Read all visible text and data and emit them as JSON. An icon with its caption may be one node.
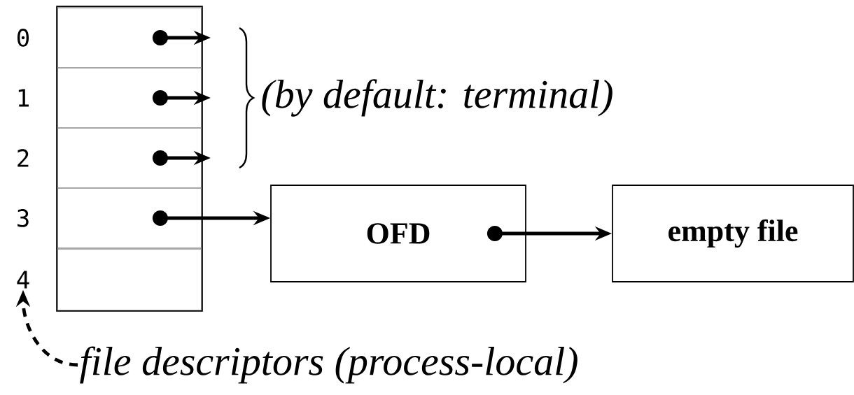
{
  "diagram": {
    "nodes": [
      {
        "text": [],
        "shape": "box"
      },
      {
        "text": [],
        "shape": "box",
        "in": 0
      },
      {
        "text": [],
        "shape": "box",
        "in": 0
      },
      {
        "text": [],
        "shape": "box",
        "in": 0
      },
      {
        "text": [],
        "shape": "box",
        "in": 0
      },
      {
        "text": [],
        "shape": "box",
        "in": 0
      },
      {
        "text": [
          "0"
        ]
      },
      {
        "text": [
          "1"
        ]
      },
      {
        "text": [
          "2"
        ]
      },
      {
        "text": [
          "3"
        ]
      },
      {
        "text": [
          "4"
        ]
      },
      {
        "text": [
          "OFD"
        ]
      },
      {
        "text": [
          "empty file"
        ]
      },
      {
        "text": [
          "file descriptors (process-local)"
        ]
      }
    ],
    "edges": [
      {
        "from": 1,
        "to": null,
        "arrow": "to"
      },
      {
        "from": 2,
        "to": null,
        "arrow": "to"
      },
      {
        "from": 3,
        "to": null,
        "arrow": "to"
      },
      {
        "from": 4,
        "to": 11,
        "arrow": "to"
      },
      {
        "from": 11,
        "to": 12,
        "arrow": "to"
      },
      {
        "from": 13,
        "to": 10,
        "arrow": "to",
        "style": "dashed"
      }
    ],
    "labels": [
      "(by default: terminal)"
    ]
  }
}
